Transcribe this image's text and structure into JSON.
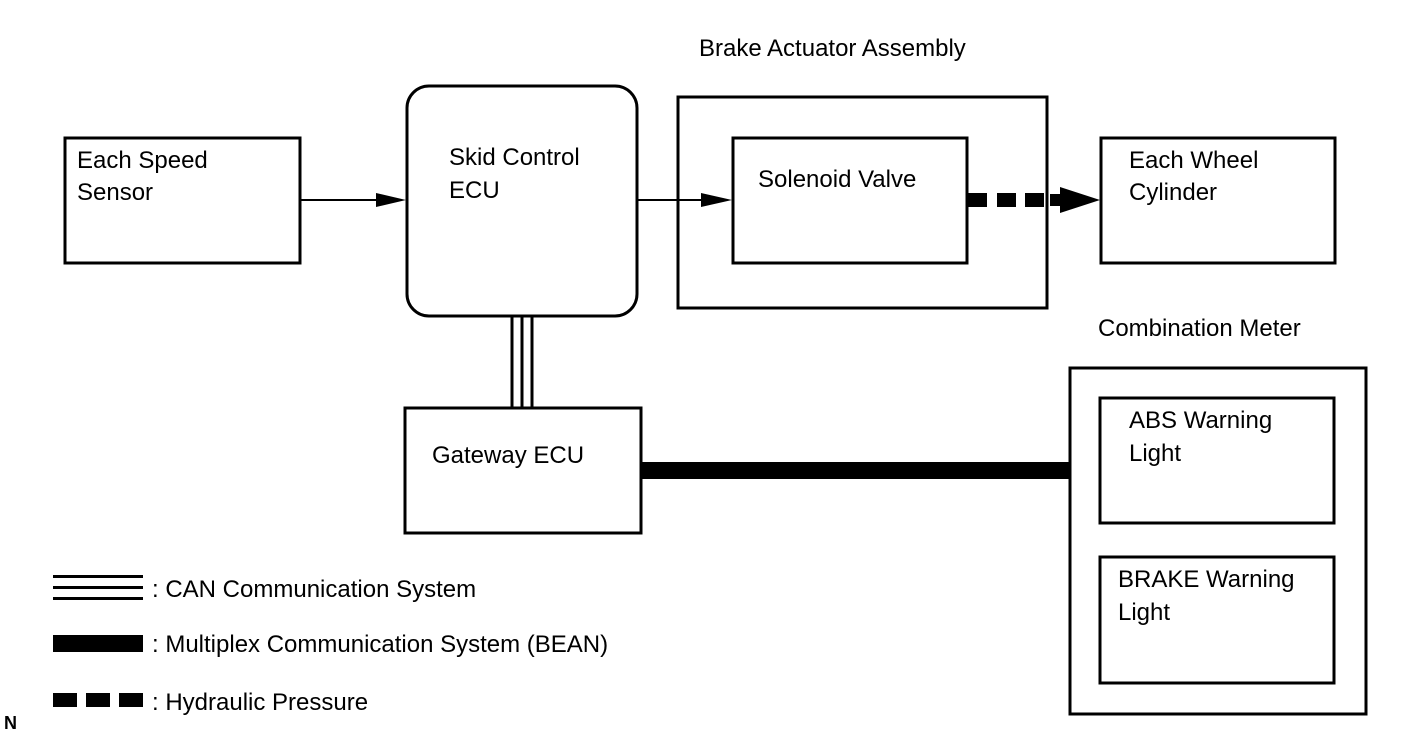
{
  "labels": {
    "brake_actuator_assembly": "Brake Actuator Assembly",
    "combination_meter": "Combination Meter",
    "corner_code": "N"
  },
  "blocks": {
    "speed_sensor": [
      "Each Speed",
      "Sensor"
    ],
    "skid_ecu": [
      "Skid Control",
      "ECU"
    ],
    "solenoid_valve": [
      "Solenoid Valve"
    ],
    "wheel_cylinder": [
      "Each Wheel",
      "Cylinder"
    ],
    "gateway_ecu": [
      "Gateway ECU"
    ],
    "abs_light": [
      "ABS Warning",
      "Light"
    ],
    "brake_light": [
      "BRAKE Warning",
      "Light"
    ]
  },
  "legend": {
    "can": ": CAN Communication System",
    "bean": ": Multiplex Communication System (BEAN)",
    "hydraulic": ": Hydraulic Pressure"
  }
}
